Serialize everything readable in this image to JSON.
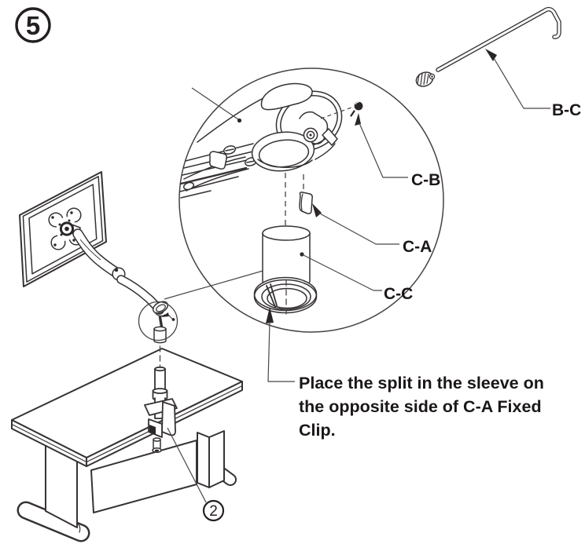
{
  "step_badge": {
    "number": "5"
  },
  "callout_badge": {
    "number": "2"
  },
  "part_labels": {
    "hex_wrench": "B-C",
    "set_screw": "C-B",
    "fixed_clip": "C-A",
    "sleeve": "C-C"
  },
  "instruction": {
    "line1": "Place the split in the sleeve on",
    "line2": "the opposite side of C-A Fixed",
    "line3": "Clip."
  },
  "colors": {
    "ink": "#363233",
    "label_text": "#1b1718",
    "background": "#ffffff"
  }
}
